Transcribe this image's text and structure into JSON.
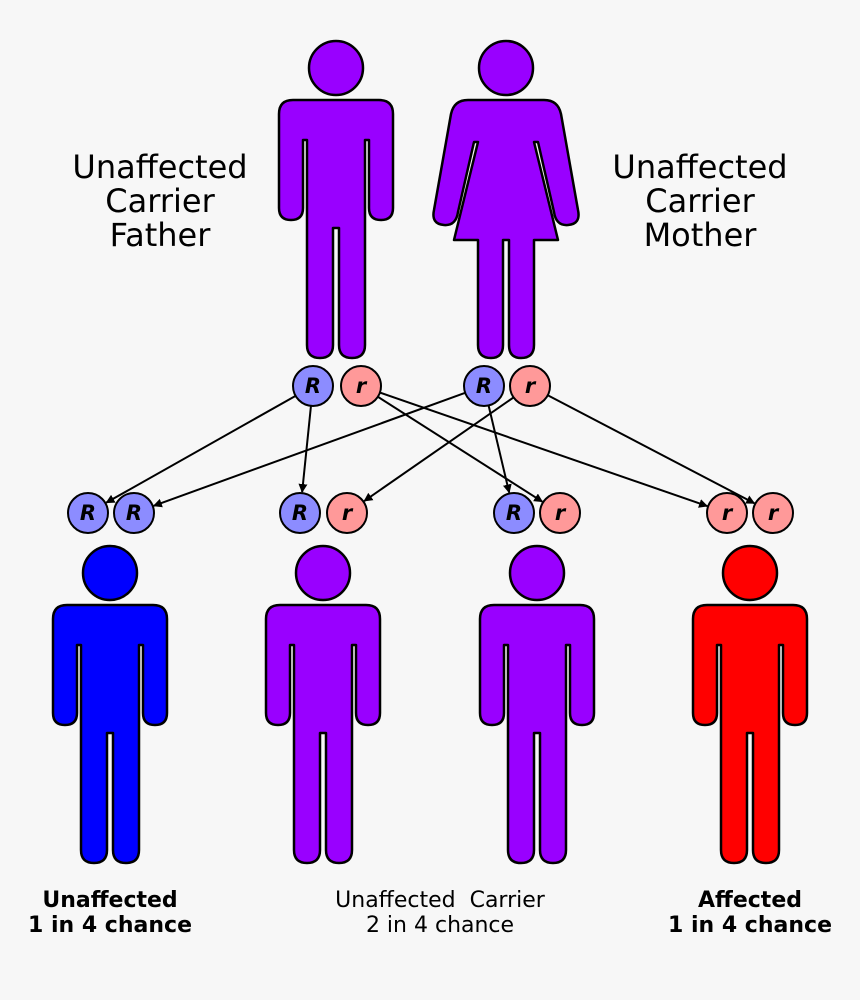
{
  "parents": {
    "father": {
      "label": [
        "Unaffected",
        "Carrier",
        "Father"
      ],
      "color": "#9900ff",
      "alleles": [
        "R",
        "r"
      ]
    },
    "mother": {
      "label": [
        "Unaffected",
        "Carrier",
        "Mother"
      ],
      "color": "#9900ff",
      "alleles": [
        "R",
        "r"
      ]
    }
  },
  "allele_colors": {
    "R": "#8c8cff",
    "r": "#ff9999"
  },
  "children": [
    {
      "alleles": [
        "R",
        "R"
      ],
      "color": "#0000ff",
      "label": [
        "Unaffected",
        "1 in 4 chance"
      ]
    },
    {
      "alleles": [
        "R",
        "r"
      ],
      "color": "#9900ff"
    },
    {
      "alleles": [
        "R",
        "r"
      ],
      "color": "#9900ff"
    },
    {
      "alleles": [
        "r",
        "r"
      ],
      "color": "#ff0000",
      "label": [
        "Affected",
        "1 in 4 chance"
      ]
    }
  ],
  "carrier_label": [
    "Unaffected  Carrier",
    "2 in 4 chance"
  ]
}
